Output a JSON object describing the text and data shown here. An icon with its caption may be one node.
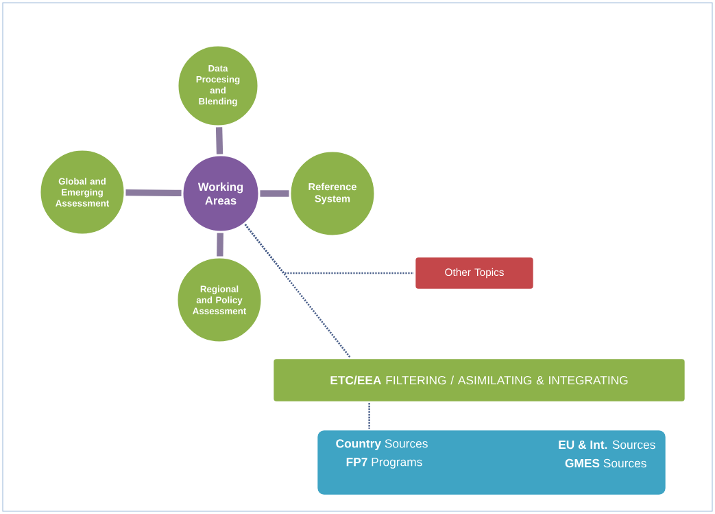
{
  "diagram": {
    "nodes": [
      {
        "text": [
          "Data Procesing and Blending"
        ]
      },
      {
        "text": [
          "Global and Emerging Assessment"
        ]
      },
      {
        "text": [
          "Working Areas"
        ]
      },
      {
        "text": [
          "Reference System"
        ]
      },
      {
        "text": [
          "Other Topics"
        ]
      },
      {
        "text": [
          "Regional and Policy Assessment"
        ]
      },
      {
        "text": [
          "**ETC/EEA** FILTERING / ASIMILATING & INTEGRATING"
        ]
      },
      {
        "text": [
          "**Country** Sources",
          "**EU & Int.** Sources",
          "**FP7** Programs",
          "**GMES** Sources"
        ]
      }
    ],
    "edges": [
      {
        "from": 2,
        "to": 0,
        "arrow": "none"
      },
      {
        "from": 2,
        "to": 1,
        "arrow": "none"
      },
      {
        "from": 2,
        "to": 3,
        "arrow": "none"
      },
      {
        "from": 2,
        "to": 5,
        "arrow": "none"
      },
      {
        "from": 2,
        "to": 4,
        "arrow": "none",
        "style": "dashed",
        "color": "#4a5f8a"
      },
      {
        "from": 2,
        "to": 6,
        "arrow": "none",
        "style": "dashed",
        "color": "#4a5f8a"
      },
      {
        "from": 6,
        "to": 7,
        "arrow": "none",
        "style": "dashed",
        "color": "#4a5f8a"
      }
    ]
  }
}
